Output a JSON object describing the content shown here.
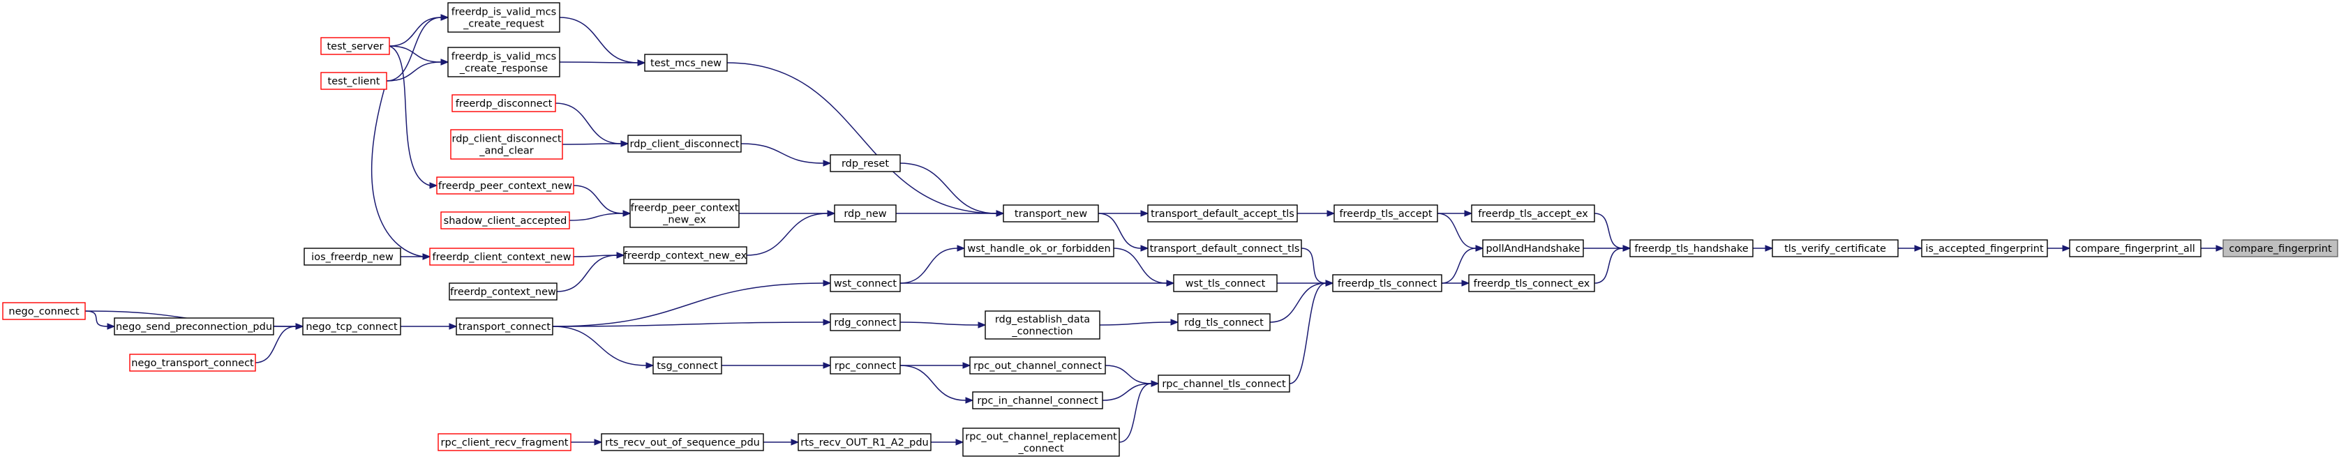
{
  "graph": {
    "target": "compare_fingerprint",
    "edge_color": "#191970",
    "link_border_color": "#000000",
    "caller_outside_border_color": "#ff0000",
    "current_node_fill": "#bfbfbf",
    "nodes": [
      {
        "id": "compare_fingerprint",
        "lines": [
          "compare_fingerprint"
        ],
        "style": "current"
      },
      {
        "id": "compare_fingerprint_all",
        "lines": [
          "compare_fingerprint_all"
        ],
        "style": "normal"
      },
      {
        "id": "is_accepted_fingerprint",
        "lines": [
          "is_accepted_fingerprint"
        ],
        "style": "normal"
      },
      {
        "id": "tls_verify_certificate",
        "lines": [
          "tls_verify_certificate"
        ],
        "style": "normal"
      },
      {
        "id": "freerdp_tls_handshake",
        "lines": [
          "freerdp_tls_handshake"
        ],
        "style": "normal"
      },
      {
        "id": "freerdp_tls_accept_ex",
        "lines": [
          "freerdp_tls_accept_ex"
        ],
        "style": "normal"
      },
      {
        "id": "pollAndHandshake",
        "lines": [
          "pollAndHandshake"
        ],
        "style": "normal"
      },
      {
        "id": "freerdp_tls_connect_ex",
        "lines": [
          "freerdp_tls_connect_ex"
        ],
        "style": "normal"
      },
      {
        "id": "freerdp_tls_accept",
        "lines": [
          "freerdp_tls_accept"
        ],
        "style": "normal"
      },
      {
        "id": "freerdp_tls_connect",
        "lines": [
          "freerdp_tls_connect"
        ],
        "style": "normal"
      },
      {
        "id": "transport_default_accept_tls",
        "lines": [
          "transport_default_accept_tls"
        ],
        "style": "normal"
      },
      {
        "id": "transport_default_connect_tls",
        "lines": [
          "transport_default_connect_tls"
        ],
        "style": "normal"
      },
      {
        "id": "wst_tls_connect",
        "lines": [
          "wst_tls_connect"
        ],
        "style": "normal"
      },
      {
        "id": "rdg_tls_connect",
        "lines": [
          "rdg_tls_connect"
        ],
        "style": "normal"
      },
      {
        "id": "rpc_channel_tls_connect",
        "lines": [
          "rpc_channel_tls_connect"
        ],
        "style": "normal"
      },
      {
        "id": "transport_new",
        "lines": [
          "transport_new"
        ],
        "style": "normal"
      },
      {
        "id": "wst_handle_ok_or_forbidden",
        "lines": [
          "wst_handle_ok_or_forbidden"
        ],
        "style": "normal"
      },
      {
        "id": "wst_connect",
        "lines": [
          "wst_connect"
        ],
        "style": "normal"
      },
      {
        "id": "rdg_establish_data_connection",
        "lines": [
          "rdg_establish_data",
          "_connection"
        ],
        "style": "normal"
      },
      {
        "id": "rdg_connect",
        "lines": [
          "rdg_connect"
        ],
        "style": "normal"
      },
      {
        "id": "rpc_out_channel_connect",
        "lines": [
          "rpc_out_channel_connect"
        ],
        "style": "normal"
      },
      {
        "id": "rpc_in_channel_connect",
        "lines": [
          "rpc_in_channel_connect"
        ],
        "style": "normal"
      },
      {
        "id": "rpc_out_channel_replacement_connect",
        "lines": [
          "rpc_out_channel_replacement",
          "_connect"
        ],
        "style": "normal"
      },
      {
        "id": "rpc_connect",
        "lines": [
          "rpc_connect"
        ],
        "style": "normal"
      },
      {
        "id": "tsg_connect",
        "lines": [
          "tsg_connect"
        ],
        "style": "normal"
      },
      {
        "id": "transport_connect",
        "lines": [
          "transport_connect"
        ],
        "style": "normal"
      },
      {
        "id": "rts_recv_OUT_R1_A2_pdu",
        "lines": [
          "rts_recv_OUT_R1_A2_pdu"
        ],
        "style": "normal"
      },
      {
        "id": "rts_recv_out_of_sequence_pdu",
        "lines": [
          "rts_recv_out_of_sequence_pdu"
        ],
        "style": "normal"
      },
      {
        "id": "rpc_client_recv_fragment",
        "lines": [
          "rpc_client_recv_fragment"
        ],
        "style": "red"
      },
      {
        "id": "test_mcs_new",
        "lines": [
          "test_mcs_new"
        ],
        "style": "normal"
      },
      {
        "id": "rdp_reset",
        "lines": [
          "rdp_reset"
        ],
        "style": "normal"
      },
      {
        "id": "rdp_new",
        "lines": [
          "rdp_new"
        ],
        "style": "normal"
      },
      {
        "id": "rdp_client_disconnect",
        "lines": [
          "rdp_client_disconnect"
        ],
        "style": "normal"
      },
      {
        "id": "freerdp_peer_context_new_ex",
        "lines": [
          "freerdp_peer_context",
          "_new_ex"
        ],
        "style": "normal"
      },
      {
        "id": "freerdp_context_new_ex",
        "lines": [
          "freerdp_context_new_ex"
        ],
        "style": "normal"
      },
      {
        "id": "freerdp_is_valid_mcs_create_request",
        "lines": [
          "freerdp_is_valid_mcs",
          "_create_request"
        ],
        "style": "normal"
      },
      {
        "id": "freerdp_is_valid_mcs_create_response",
        "lines": [
          "freerdp_is_valid_mcs",
          "_create_response"
        ],
        "style": "normal"
      },
      {
        "id": "freerdp_disconnect",
        "lines": [
          "freerdp_disconnect"
        ],
        "style": "red"
      },
      {
        "id": "rdp_client_disconnect_and_clear",
        "lines": [
          "rdp_client_disconnect",
          "_and_clear"
        ],
        "style": "red"
      },
      {
        "id": "freerdp_peer_context_new",
        "lines": [
          "freerdp_peer_context_new"
        ],
        "style": "red"
      },
      {
        "id": "shadow_client_accepted",
        "lines": [
          "shadow_client_accepted"
        ],
        "style": "red"
      },
      {
        "id": "freerdp_client_context_new",
        "lines": [
          "freerdp_client_context_new"
        ],
        "style": "red"
      },
      {
        "id": "freerdp_context_new",
        "lines": [
          "freerdp_context_new"
        ],
        "style": "normal"
      },
      {
        "id": "test_server",
        "lines": [
          "test_server"
        ],
        "style": "red"
      },
      {
        "id": "test_client",
        "lines": [
          "test_client"
        ],
        "style": "red"
      },
      {
        "id": "ios_freerdp_new",
        "lines": [
          "ios_freerdp_new"
        ],
        "style": "normal"
      },
      {
        "id": "nego_tcp_connect",
        "lines": [
          "nego_tcp_connect"
        ],
        "style": "normal"
      },
      {
        "id": "nego_send_preconnection_pdu",
        "lines": [
          "nego_send_preconnection_pdu"
        ],
        "style": "normal"
      },
      {
        "id": "nego_transport_connect",
        "lines": [
          "nego_transport_connect"
        ],
        "style": "red"
      },
      {
        "id": "nego_connect",
        "lines": [
          "nego_connect"
        ],
        "style": "red"
      }
    ],
    "edges": [
      [
        "compare_fingerprint_all",
        "compare_fingerprint"
      ],
      [
        "is_accepted_fingerprint",
        "compare_fingerprint_all"
      ],
      [
        "tls_verify_certificate",
        "is_accepted_fingerprint"
      ],
      [
        "freerdp_tls_handshake",
        "tls_verify_certificate"
      ],
      [
        "freerdp_tls_accept_ex",
        "freerdp_tls_handshake"
      ],
      [
        "pollAndHandshake",
        "freerdp_tls_handshake"
      ],
      [
        "freerdp_tls_connect_ex",
        "freerdp_tls_handshake"
      ],
      [
        "freerdp_tls_accept",
        "freerdp_tls_accept_ex"
      ],
      [
        "freerdp_tls_accept",
        "pollAndHandshake"
      ],
      [
        "freerdp_tls_connect",
        "pollAndHandshake"
      ],
      [
        "freerdp_tls_connect",
        "freerdp_tls_connect_ex"
      ],
      [
        "transport_default_accept_tls",
        "freerdp_tls_accept"
      ],
      [
        "transport_default_connect_tls",
        "freerdp_tls_connect"
      ],
      [
        "wst_tls_connect",
        "freerdp_tls_connect"
      ],
      [
        "rdg_tls_connect",
        "freerdp_tls_connect"
      ],
      [
        "rpc_channel_tls_connect",
        "freerdp_tls_connect"
      ],
      [
        "transport_new",
        "transport_default_accept_tls"
      ],
      [
        "transport_new",
        "transport_default_connect_tls"
      ],
      [
        "wst_handle_ok_or_forbidden",
        "wst_tls_connect"
      ],
      [
        "wst_connect",
        "wst_tls_connect"
      ],
      [
        "rdg_establish_data_connection",
        "rdg_tls_connect"
      ],
      [
        "rpc_out_channel_connect",
        "rpc_channel_tls_connect"
      ],
      [
        "rpc_in_channel_connect",
        "rpc_channel_tls_connect"
      ],
      [
        "rpc_out_channel_replacement_connect",
        "rpc_channel_tls_connect"
      ],
      [
        "test_mcs_new",
        "transport_new"
      ],
      [
        "rdp_reset",
        "transport_new"
      ],
      [
        "rdp_new",
        "transport_new"
      ],
      [
        "wst_connect",
        "wst_handle_ok_or_forbidden"
      ],
      [
        "transport_connect",
        "wst_connect"
      ],
      [
        "rdg_connect",
        "rdg_establish_data_connection"
      ],
      [
        "transport_connect",
        "rdg_connect"
      ],
      [
        "rpc_connect",
        "rpc_out_channel_connect"
      ],
      [
        "rpc_connect",
        "rpc_in_channel_connect"
      ],
      [
        "tsg_connect",
        "rpc_connect"
      ],
      [
        "transport_connect",
        "tsg_connect"
      ],
      [
        "rts_recv_OUT_R1_A2_pdu",
        "rpc_out_channel_replacement_connect"
      ],
      [
        "rts_recv_out_of_sequence_pdu",
        "rts_recv_OUT_R1_A2_pdu"
      ],
      [
        "rpc_client_recv_fragment",
        "rts_recv_out_of_sequence_pdu"
      ],
      [
        "freerdp_is_valid_mcs_create_request",
        "test_mcs_new"
      ],
      [
        "freerdp_is_valid_mcs_create_response",
        "test_mcs_new"
      ],
      [
        "rdp_client_disconnect",
        "rdp_reset"
      ],
      [
        "freerdp_peer_context_new_ex",
        "rdp_new"
      ],
      [
        "freerdp_context_new_ex",
        "rdp_new"
      ],
      [
        "freerdp_disconnect",
        "rdp_client_disconnect"
      ],
      [
        "rdp_client_disconnect_and_clear",
        "rdp_client_disconnect"
      ],
      [
        "freerdp_peer_context_new",
        "freerdp_peer_context_new_ex"
      ],
      [
        "shadow_client_accepted",
        "freerdp_peer_context_new_ex"
      ],
      [
        "freerdp_client_context_new",
        "freerdp_context_new_ex"
      ],
      [
        "freerdp_context_new",
        "freerdp_context_new_ex"
      ],
      [
        "test_server",
        "freerdp_is_valid_mcs_create_request"
      ],
      [
        "test_server",
        "freerdp_is_valid_mcs_create_response"
      ],
      [
        "test_server",
        "freerdp_peer_context_new"
      ],
      [
        "test_client",
        "freerdp_is_valid_mcs_create_request"
      ],
      [
        "test_client",
        "freerdp_is_valid_mcs_create_response"
      ],
      [
        "test_client",
        "freerdp_client_context_new"
      ],
      [
        "ios_freerdp_new",
        "freerdp_client_context_new"
      ],
      [
        "nego_tcp_connect",
        "transport_connect"
      ],
      [
        "nego_send_preconnection_pdu",
        "nego_tcp_connect"
      ],
      [
        "nego_transport_connect",
        "nego_tcp_connect"
      ],
      [
        "nego_connect",
        "nego_tcp_connect"
      ],
      [
        "nego_connect",
        "nego_send_preconnection_pdu"
      ]
    ]
  }
}
